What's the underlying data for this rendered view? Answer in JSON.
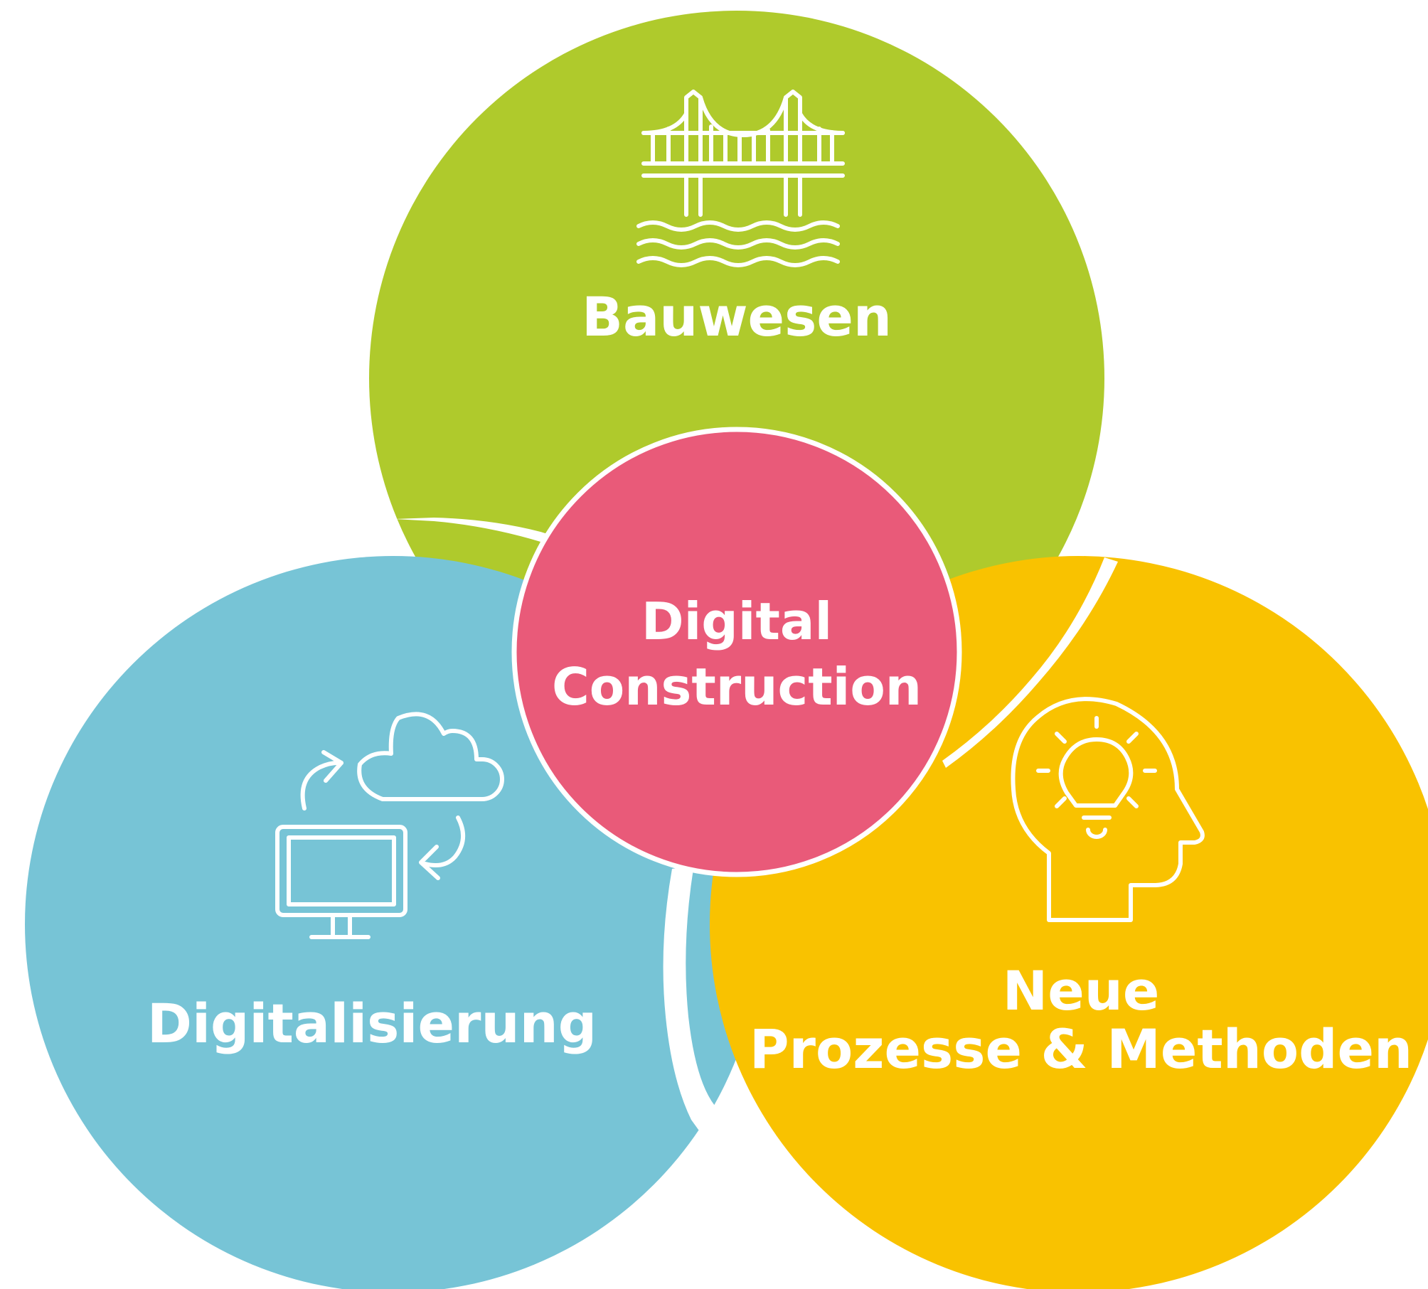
{
  "diagram": {
    "center": {
      "line1": "Digital",
      "line2": "Construction"
    },
    "top_circle": {
      "label": "Bauwesen",
      "icon": "bridge-icon"
    },
    "left_circle": {
      "label": "Digitalisierung",
      "icon": "computer-cloud-sync-icon"
    },
    "right_circle": {
      "line1": "Neue",
      "line2": "Prozesse & Methoden",
      "icon": "head-lightbulb-icon"
    }
  },
  "colors": {
    "green": "#AFCA2C",
    "blue": "#77C4D6",
    "yellow": "#F9C200",
    "pink": "#E95A79",
    "white": "#FFFFFF"
  }
}
